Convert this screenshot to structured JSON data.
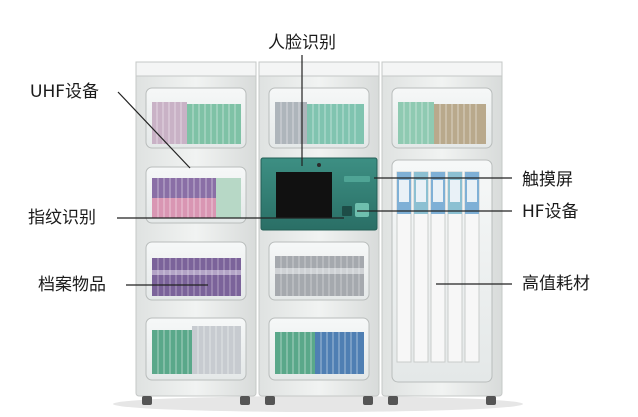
{
  "labels": {
    "face_recognition": "人脸识别",
    "uhf_device": "UHF设备",
    "touch_screen": "触摸屏",
    "fingerprint": "指纹识别",
    "hf_device": "HF设备",
    "archive_items": "档案物品",
    "high_value_consumables": "高值耗材"
  },
  "colors": {
    "cabinet_body": "#e9ebea",
    "cabinet_frame": "#c9cccb",
    "control_panel": "#2f7f74",
    "screen": "#111111",
    "book_purple": "#8a6fa6",
    "book_green": "#5aa88a",
    "book_blue": "#4f7fb3",
    "book_pink": "#d996b3",
    "book_gray": "#9aa0a5",
    "leader_line": "#222222"
  }
}
